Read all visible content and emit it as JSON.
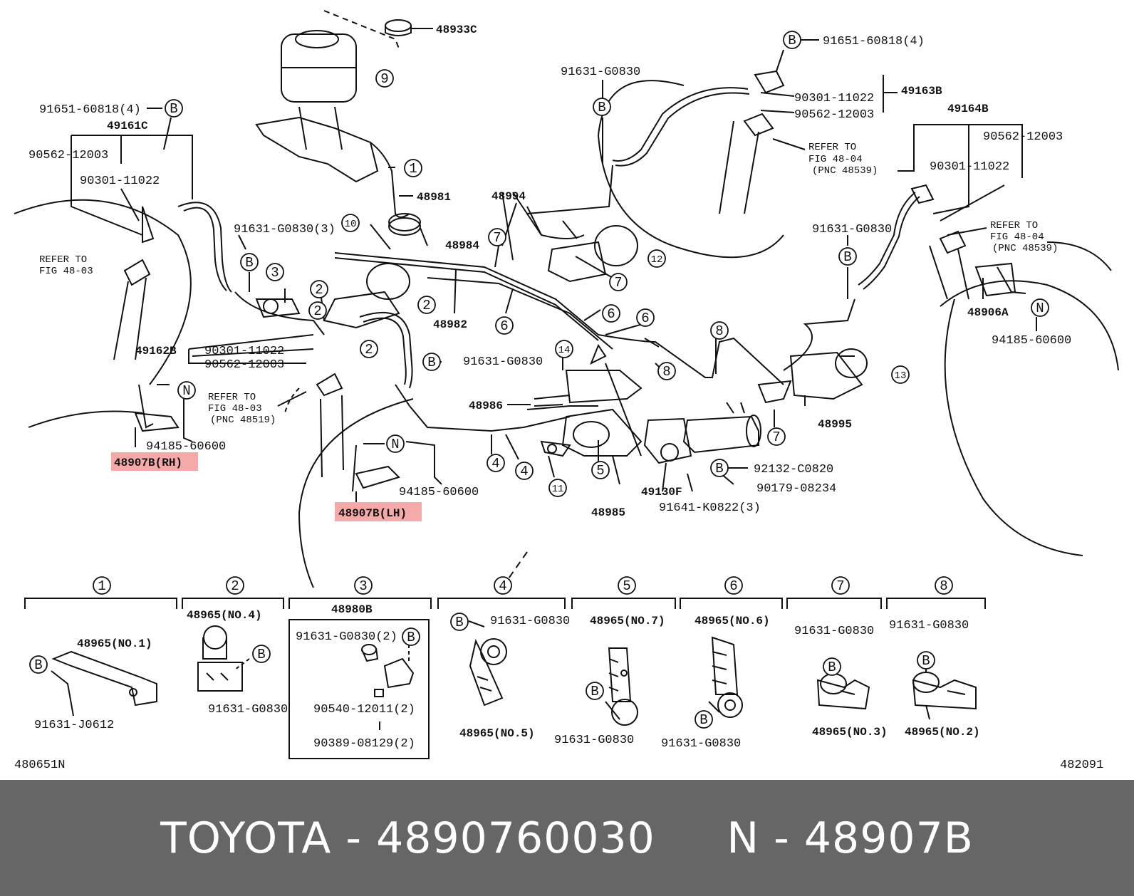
{
  "labels": {
    "l_48933C": "48933C",
    "l_91651_top": "91651-60818(4)",
    "l_91631_top": "91631-G0830",
    "l_90301_tr": "90301-11022",
    "l_49163B": "49163B",
    "l_90562_tr": "90562-12003",
    "l_refer_tr1": "REFER TO",
    "l_refer_tr2": "FIG 48-04",
    "l_refer_tr3": "(PNC 48539)",
    "l_49164B": "49164B",
    "l_90562_r": "90562-12003",
    "l_90301_r": "90301-11022",
    "l_91631_r": "91631-G0830",
    "l_refer_r1": "REFER TO",
    "l_refer_r2": "FIG 48-04",
    "l_refer_r3": "(PNC 48539)",
    "l_48906A": "48906A",
    "l_94185_r": "94185-60600",
    "l_91651_l": "91651-60818(4)",
    "l_49161C": "49161C",
    "l_90562_l": "90562-12003",
    "l_90301_l": "90301-11022",
    "l_refer_l1": "REFER TO",
    "l_refer_l2": "FIG 48-03",
    "l_91631_3": "91631-G0830(3)",
    "l_48981": "48981",
    "l_48994": "48994",
    "l_48984": "48984",
    "l_48982": "48982",
    "l_49162B": "49162B",
    "l_90301_c": "90301-11022",
    "l_90562_c": "90562-12003",
    "l_refer_c1": "REFER TO",
    "l_refer_c2": "FIG 48-03",
    "l_refer_c3": "(PNC 48519)",
    "l_94185_l": "94185-60600",
    "l_48907B_RH": "48907B(RH)",
    "l_91631_mid": "91631-G0830",
    "l_48986": "48986",
    "l_94185_m": "94185-60600",
    "l_48907B_LH": "48907B(LH)",
    "l_48985": "48985",
    "l_49130F": "49130F",
    "l_91641": "91641-K0822(3)",
    "l_92132": "92132-C0820",
    "l_90179": "90179-08234",
    "l_48995": "48995",
    "l_48980B": "48980B",
    "l_48965_no4": "48965(NO.4)",
    "l_48965_no1": "48965(NO.1)",
    "l_91631_J0612": "91631-J0612",
    "l_91631_b2": "91631-G0830",
    "l_91631_b3": "91631-G0830(2)",
    "l_90540": "90540-12011(2)",
    "l_90389": "90389-08129(2)",
    "l_91631_b4": "91631-G0830",
    "l_48965_no5": "48965(NO.5)",
    "l_48965_no7": "48965(NO.7)",
    "l_91631_b5": "91631-G0830",
    "l_48965_no6": "48965(NO.6)",
    "l_91631_b6": "91631-G0830",
    "l_91631_b7": "91631-G0830",
    "l_48965_no3": "48965(NO.3)",
    "l_91631_b8": "91631-G0830",
    "l_48965_no2": "48965(NO.2)",
    "l_480651N": "480651N",
    "l_482091": "482091"
  },
  "callouts": {
    "B": "B",
    "N": "N",
    "c1": "1",
    "c2": "2",
    "c3": "3",
    "c4": "4",
    "c5": "5",
    "c6": "6",
    "c7": "7",
    "c8": "8",
    "c9": "9",
    "c10": "10",
    "c11": "11",
    "c12": "12",
    "c13": "13",
    "c14": "14"
  },
  "footer": {
    "text": "TOYOTA - 4890760030     N - 48907B"
  },
  "colors": {
    "highlight": "#f49a9a",
    "footer_bg": "#666666",
    "line": "#111111"
  }
}
